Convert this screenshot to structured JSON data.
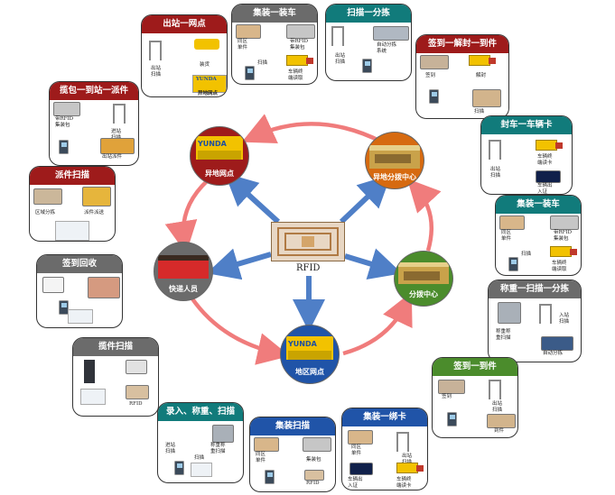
{
  "colors": {
    "head_red": "#9e1b1b",
    "head_gray": "#6b6b6b",
    "head_blue": "#2054a8",
    "head_teal": "#117b7b",
    "head_green": "#4b8c2c",
    "head_orange": "#d66a10",
    "cycle_arrow": "#f07c7c",
    "spoke_arrow": "#4f7fc7",
    "card_border": "#333333"
  },
  "center": {
    "label": "RFID",
    "icon": "rfid-tag-icon"
  },
  "hubs": {
    "origin": {
      "label": "异地网点",
      "banner": "YUNDA"
    },
    "courier": {
      "label": "快递人员"
    },
    "regional": {
      "label": "地区网点",
      "banner": "YUNDA"
    },
    "sorting": {
      "label": "分拨中心"
    },
    "remote_center": {
      "label": "异地分拨中心"
    }
  },
  "cards": {
    "c1": {
      "title": "出站一网点",
      "labels": [
        "出站\n扫描",
        "装货"
      ],
      "footer": "异地网点",
      "banner": "YUNDA"
    },
    "c2": {
      "title": "集装一装车",
      "labels": [
        "同区\n单件",
        "带RFID\n集装包",
        "扫描",
        "车辆终\n端读取"
      ]
    },
    "c3": {
      "title": "扫描一分拣",
      "labels": [
        "出站\n扫描",
        "自动分拣\n系统"
      ]
    },
    "c4": {
      "title": "签到一解封一到件",
      "labels": [
        "签到",
        "解封",
        "扫描"
      ]
    },
    "c5": {
      "title": "揽包一到站一派件",
      "labels": [
        "带RFID\n集装包",
        "进站\n扫描",
        "出站派件"
      ]
    },
    "c6": {
      "title": "封车一车辆卡",
      "labels": [
        "出站\n扫描",
        "车辆终\n端读卡",
        "车辆出\n入证"
      ]
    },
    "c7": {
      "title": "派件扫描",
      "labels": [
        "区域分拣",
        "派件派送"
      ]
    },
    "c8": {
      "title": "集装一装车",
      "labels": [
        "同区\n单件",
        "带RFID\n集装包",
        "扫描",
        "车辆终\n端读取"
      ]
    },
    "c9": {
      "title": "签到回收",
      "labels": []
    },
    "c10": {
      "title": "称重一扫描一分拣",
      "labels": [
        "称重称\n重扫描",
        "入站\n扫描",
        "自动分拣"
      ]
    },
    "c11": {
      "title": "揽件扫描",
      "labels": [
        "RFID"
      ]
    },
    "c12": {
      "title": "签到一到件",
      "labels": [
        "签到",
        "出站\n扫描",
        "到件"
      ]
    },
    "c13": {
      "title": "录入、称重、扫描",
      "labels": [
        "进站\n扫描",
        "称重称\n重扫描",
        "扫描"
      ]
    },
    "c14": {
      "title": "集装扫描",
      "labels": [
        "同区\n单件",
        "集装包",
        "RFID"
      ]
    },
    "c15": {
      "title": "集装一绑卡",
      "labels": [
        "同区\n单件",
        "出站\n扫描",
        "车辆出\n入证",
        "车辆终\n端读卡"
      ]
    }
  }
}
